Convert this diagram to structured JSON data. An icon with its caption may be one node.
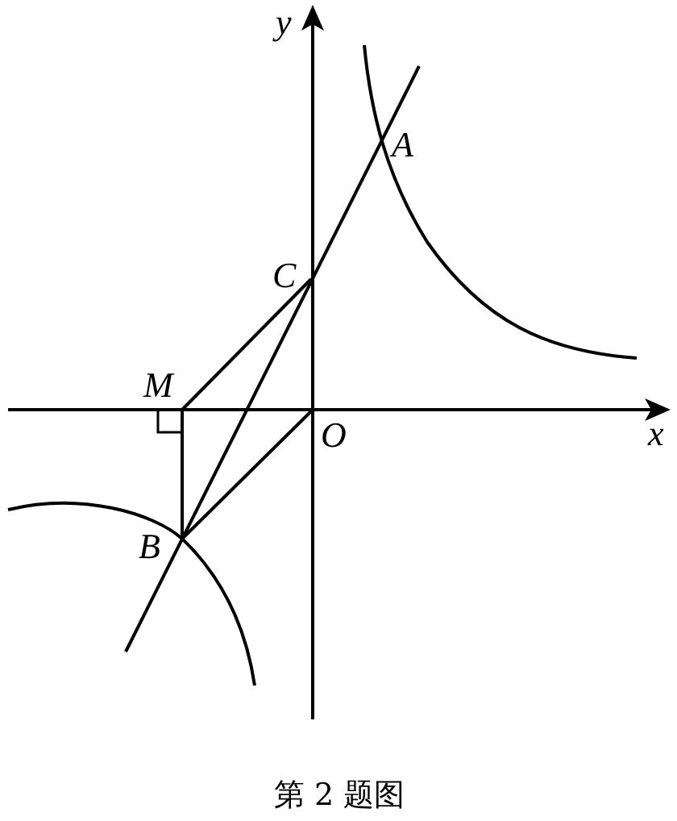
{
  "diagram": {
    "caption": "第 2 题图",
    "labels": [
      "y",
      "A",
      "C",
      "M",
      "x",
      "O",
      "B"
    ]
  }
}
